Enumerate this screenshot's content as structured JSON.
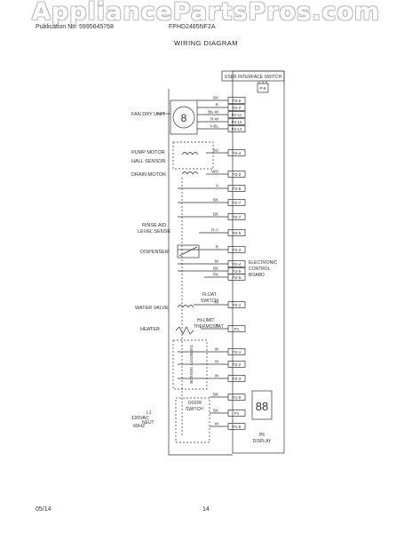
{
  "watermark": "AppliancePartsPros.com",
  "header": {
    "publication": "Publication No: 5995645768",
    "model": "FPHD2485NF2A"
  },
  "title": "WIRING DIAGRAM",
  "board": {
    "label": "USER INTERFACE SWITCH",
    "connector": "P-5"
  },
  "components": {
    "fan": "FAN DRY UNIT",
    "pump": "PUMP MOTOR",
    "hall": "HALL SENSOR",
    "drain": "DRAIN MOTOR",
    "rinse": [
      "RINSE AID",
      "LEVEL SENSE"
    ],
    "dispenser": "DISPENSER",
    "ecb": [
      "ELECTRONIC",
      "CONTROL",
      "BOARD"
    ],
    "water_valve": "WATER VALVE",
    "float": [
      "FLOAT",
      "SWITCH"
    ],
    "hilimit": [
      "HI-LIMIT",
      "THERMOSTAT"
    ],
    "heater": "HEATER",
    "sensor": "TURBIDITY SENSOR",
    "door": [
      "DOOR",
      "SWITCH"
    ],
    "supply": [
      "120VAC",
      "60HZ"
    ],
    "l1": "L1",
    "neut": "NEUT",
    "fan_digit": "8",
    "display_digits": "88",
    "p6": "P6",
    "display": "DISPLAY"
  },
  "connectors": [
    "P2-9",
    "P2-2",
    "P2-11",
    "P2-12",
    "P2-13",
    "P2-4",
    "P2-2",
    "P2-8",
    "P2-7",
    "P2-7",
    "P2-5",
    "P2-3",
    "P2-4",
    "P2-5",
    "P2-6",
    "P2-1",
    "P1",
    "P2-1",
    "P2-2",
    "P2-3",
    "P1-5",
    "P1",
    "P1-6"
  ],
  "wire_colors": [
    "BK",
    "R",
    "BK-W",
    "R-W",
    "V-BL",
    "BU",
    "WO",
    "V",
    "BK",
    "BK",
    "R-Y",
    "R",
    "W",
    "BK",
    "PK",
    "W",
    "R",
    "W",
    "W",
    "W",
    "BK",
    "BK",
    "W",
    "W"
  ],
  "footer": {
    "date": "05/14",
    "page": "14"
  }
}
